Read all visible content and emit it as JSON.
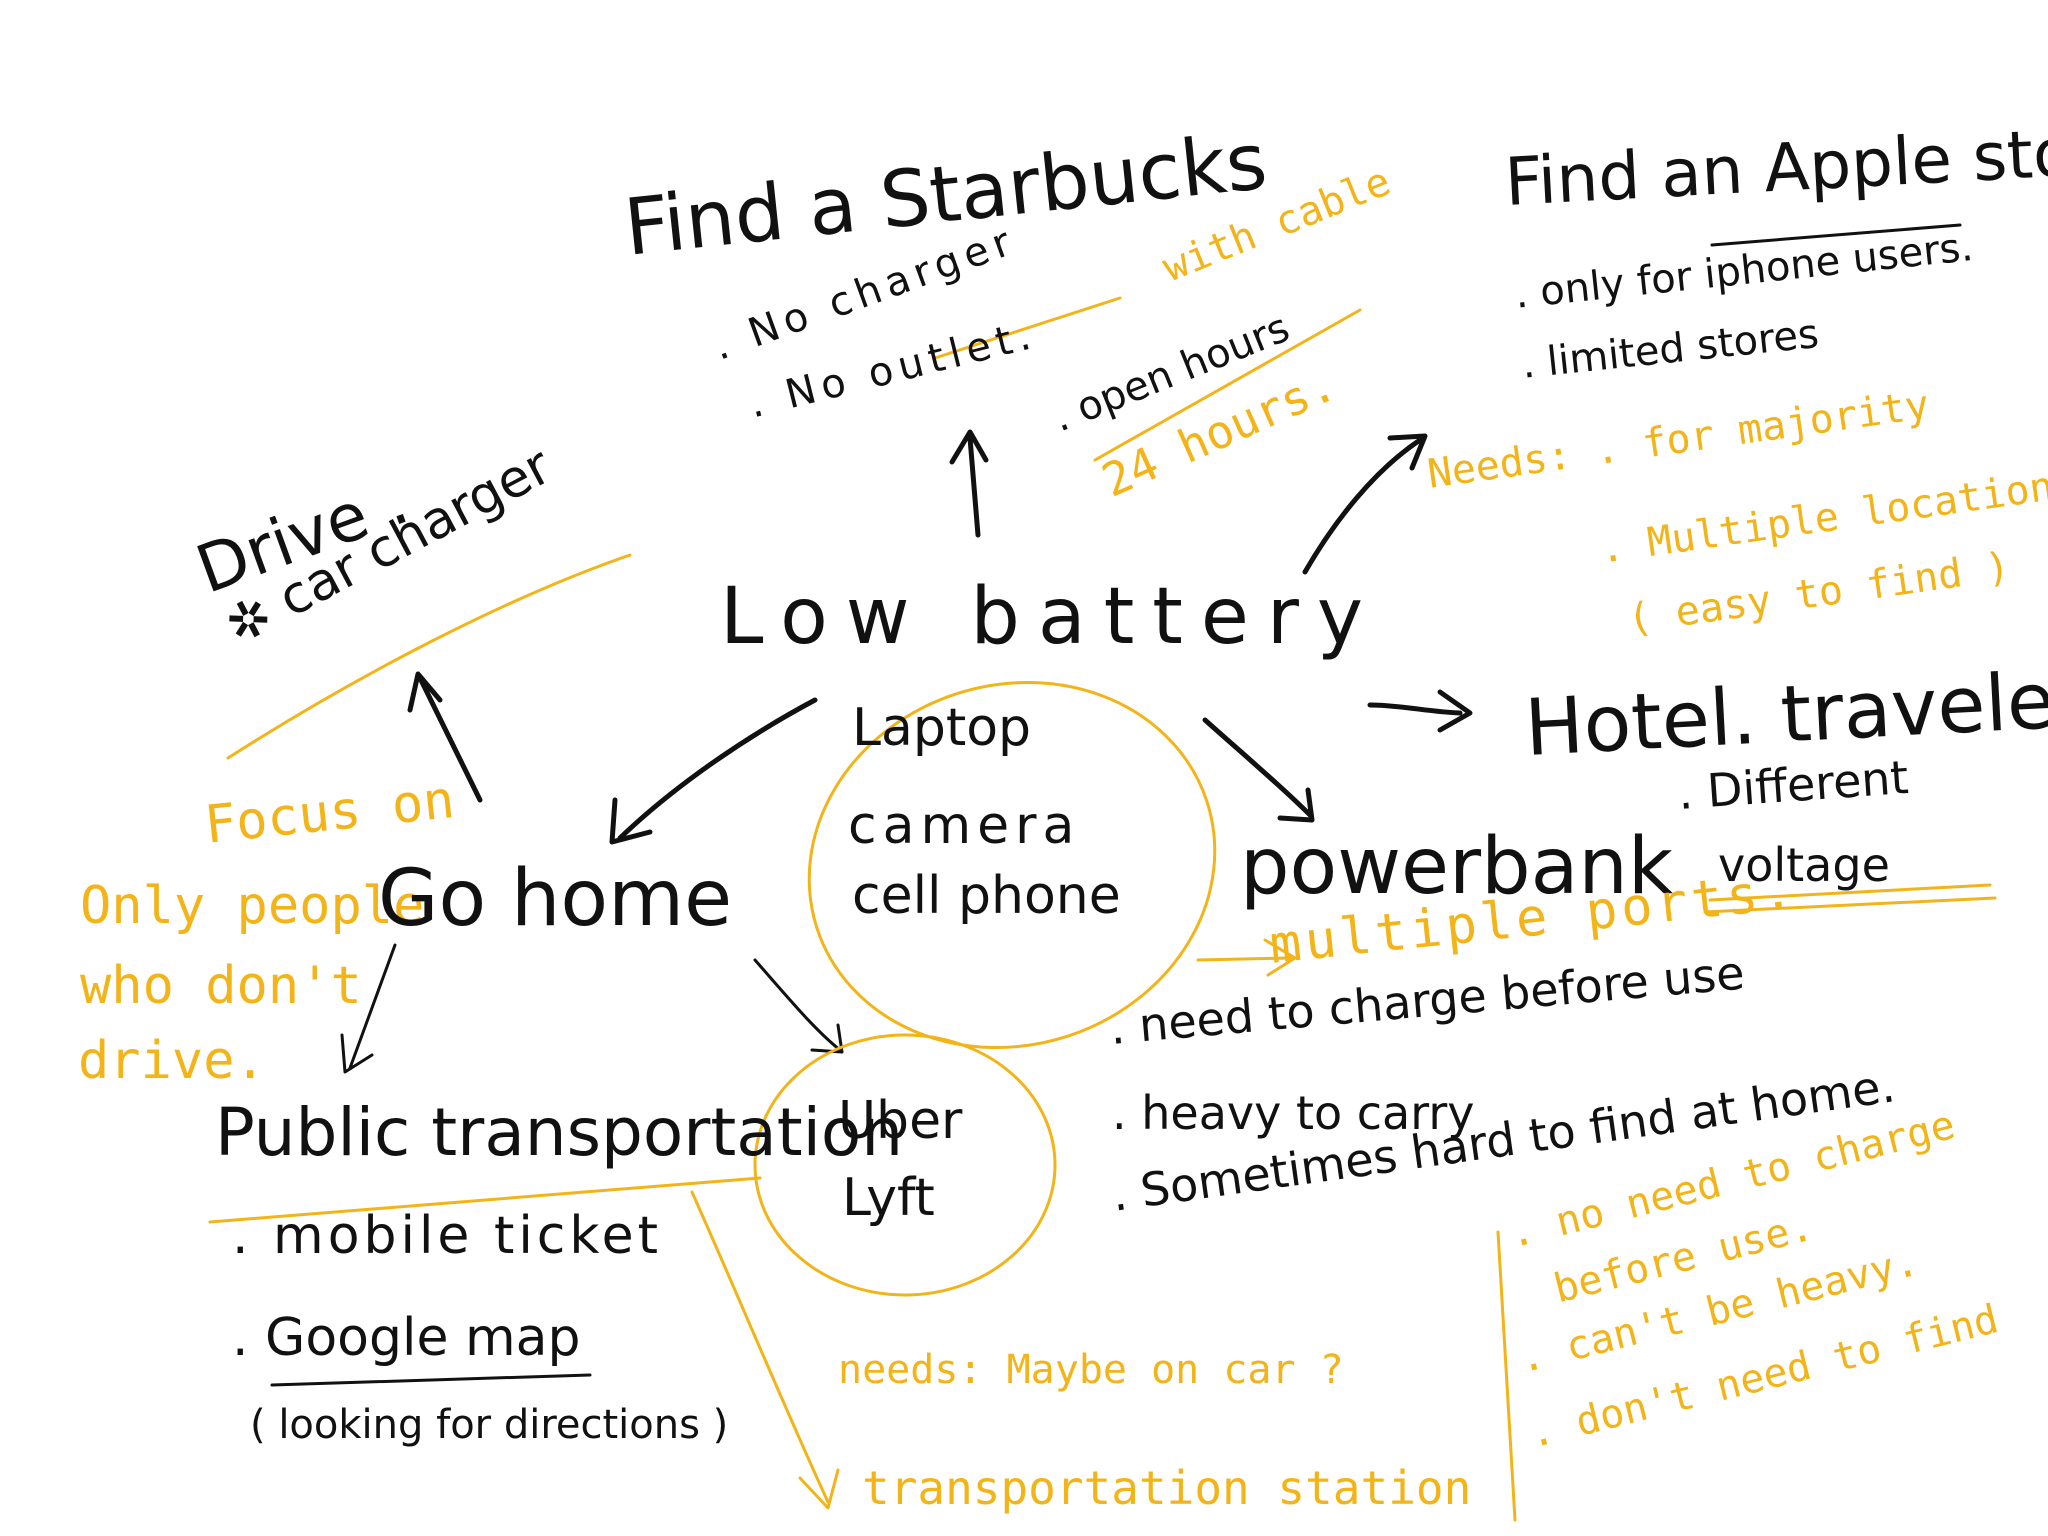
{
  "colors": {
    "ink": "#111111",
    "highlight": "#f2b418",
    "background": "#ffffff"
  },
  "center": {
    "title": "Low battery",
    "devices": [
      "Laptop",
      "camera",
      "cell phone"
    ]
  },
  "starbucks": {
    "title": "Find a Starbucks",
    "bullets": [
      ". No charger",
      ". No outlet."
    ],
    "open_hours": ". open hours",
    "note_cable": "with cable",
    "note_24": "24 hours."
  },
  "apple": {
    "title": "Find an Apple store",
    "bullets": [
      ". only for iphone users.",
      ". limited stores"
    ]
  },
  "needs_right": {
    "heading": "Needs: . for majority",
    "bullets": [
      ". Multiple locations",
      "( easy to find )"
    ]
  },
  "hotel": {
    "title": "Hotel. traveler",
    "bullets": [
      ". Different",
      "voltage"
    ]
  },
  "drive": {
    "title": "Drive .",
    "item": "✲ car charger",
    "focus": "Focus on",
    "only": [
      "Only people",
      "who don't",
      "drive."
    ]
  },
  "go_home": {
    "title": "Go home"
  },
  "public": {
    "title": "Public transportation",
    "bullets": [
      ". mobile ticket",
      ". Google map"
    ],
    "note": "( looking for directions )"
  },
  "rideshare": {
    "items": [
      "Uber",
      "Lyft"
    ]
  },
  "powerbank": {
    "title": "powerbank",
    "note_ports": "multiple ports.",
    "bullets": [
      ". need to charge before use",
      ". heavy to carry",
      ". Sometimes hard to find at home."
    ],
    "needs": [
      ". no need to charge",
      "before use.",
      ". can't be heavy.",
      ". don't need to find"
    ]
  },
  "bottom": {
    "needs": "needs: Maybe on car ?",
    "station": "transportation station"
  }
}
